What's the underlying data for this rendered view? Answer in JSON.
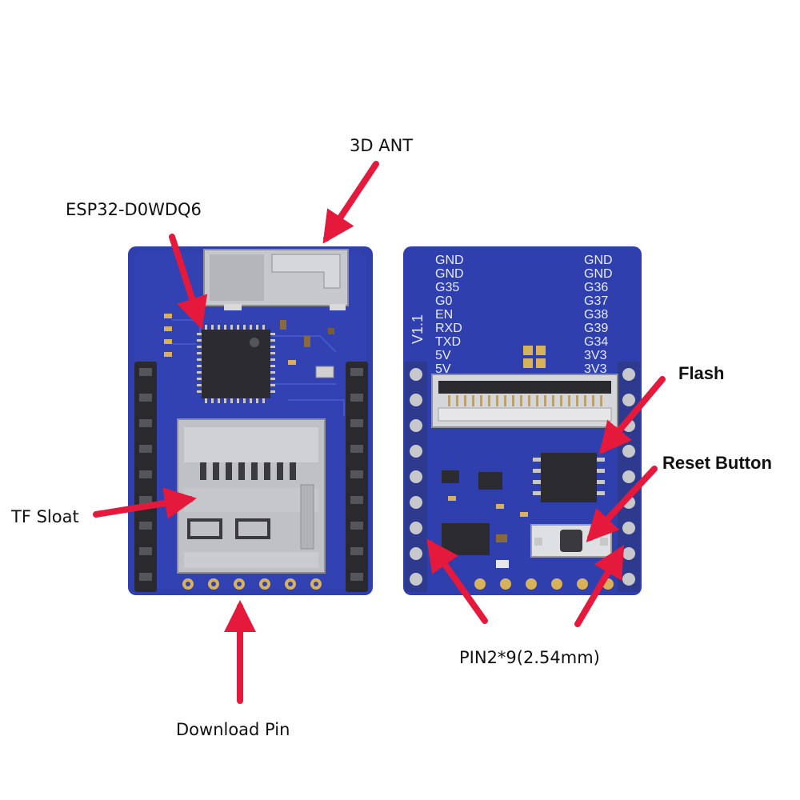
{
  "callouts": {
    "antenna": "3D ANT",
    "chip": "ESP32-D0WDQ6",
    "tf_slot": "TF Sloat",
    "download_pin": "Download Pin",
    "flash": "Flash",
    "reset_button": "Reset Button",
    "pin_header": "PIN2*9(2.54mm)"
  },
  "back_board": {
    "version": "V1.1",
    "left_pins": [
      "GND",
      "GND",
      "G35",
      "G0",
      "EN",
      "RXD",
      "TXD",
      "5V",
      "5V"
    ],
    "right_pins": [
      "GND",
      "GND",
      "G36",
      "G37",
      "G38",
      "G39",
      "G34",
      "3V3",
      "3V3"
    ]
  },
  "colors": {
    "pcb_blue": "#2f3fae",
    "pcb_dark": "#1f2c85",
    "arrow_red": "#e5193b",
    "metal": "#c7c8cc",
    "header_black": "#2a2a2e",
    "gold_pad": "#d8b25a"
  }
}
